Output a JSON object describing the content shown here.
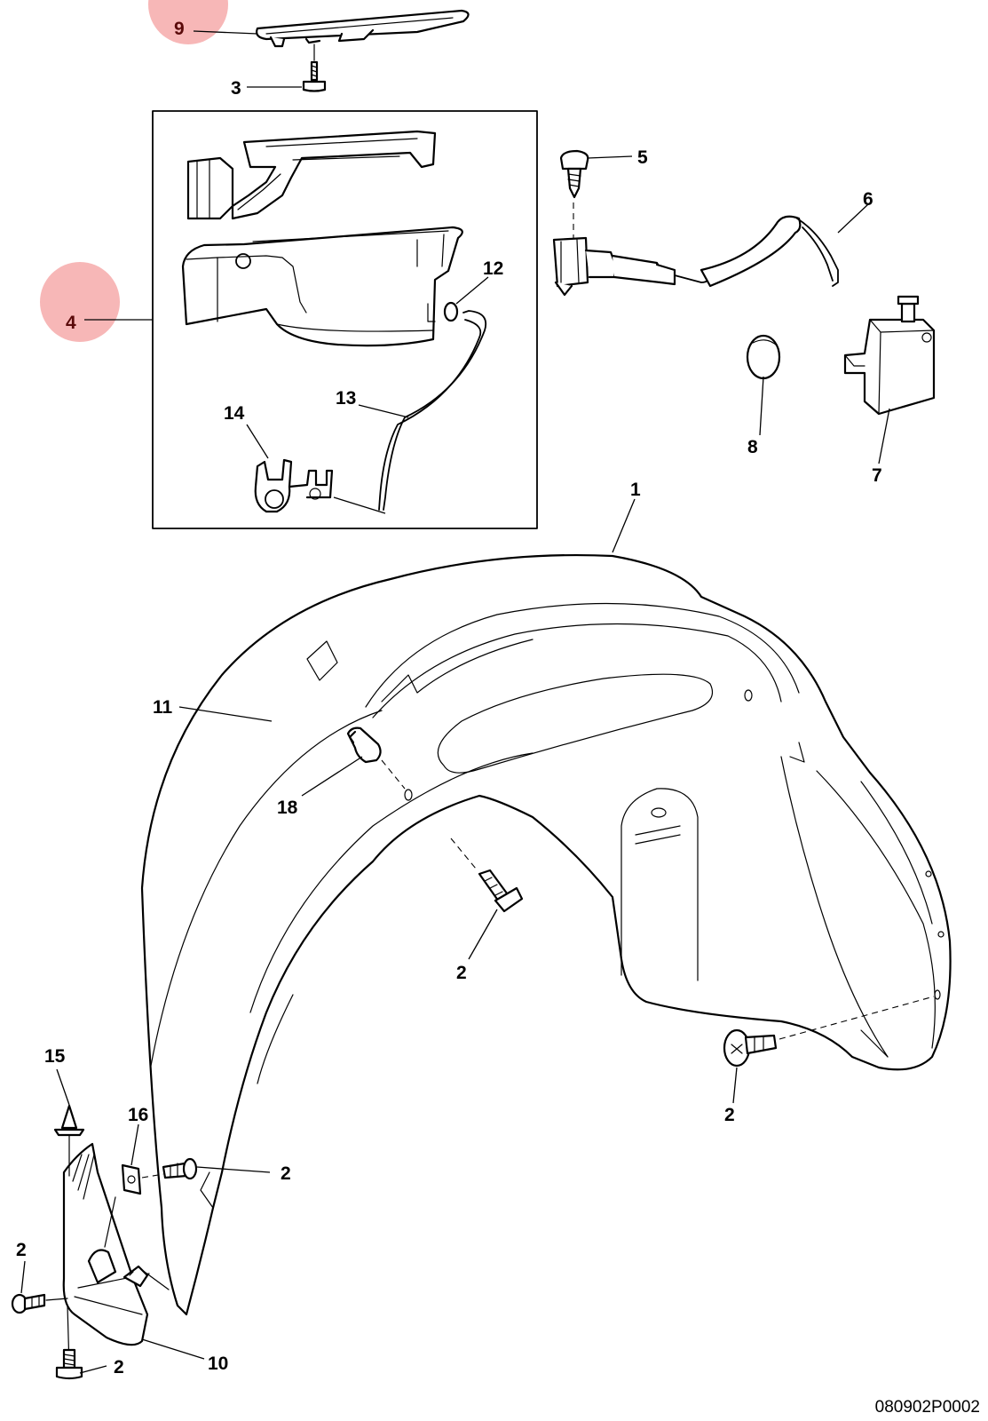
{
  "diagram": {
    "callouts": {
      "c1": "1",
      "c2a": "2",
      "c2b": "2",
      "c2c": "2",
      "c2d": "2",
      "c2e": "2",
      "c3": "3",
      "c4": "4",
      "c5": "5",
      "c6": "6",
      "c7": "7",
      "c8": "8",
      "c9": "9",
      "c10": "10",
      "c11": "11",
      "c12": "12",
      "c13": "13",
      "c14": "14",
      "c15": "15",
      "c16": "16",
      "c18": "18"
    },
    "highlighted_callouts": [
      "9",
      "4"
    ],
    "highlight_color": "#f28b8b",
    "document_number": "080902P0002"
  }
}
